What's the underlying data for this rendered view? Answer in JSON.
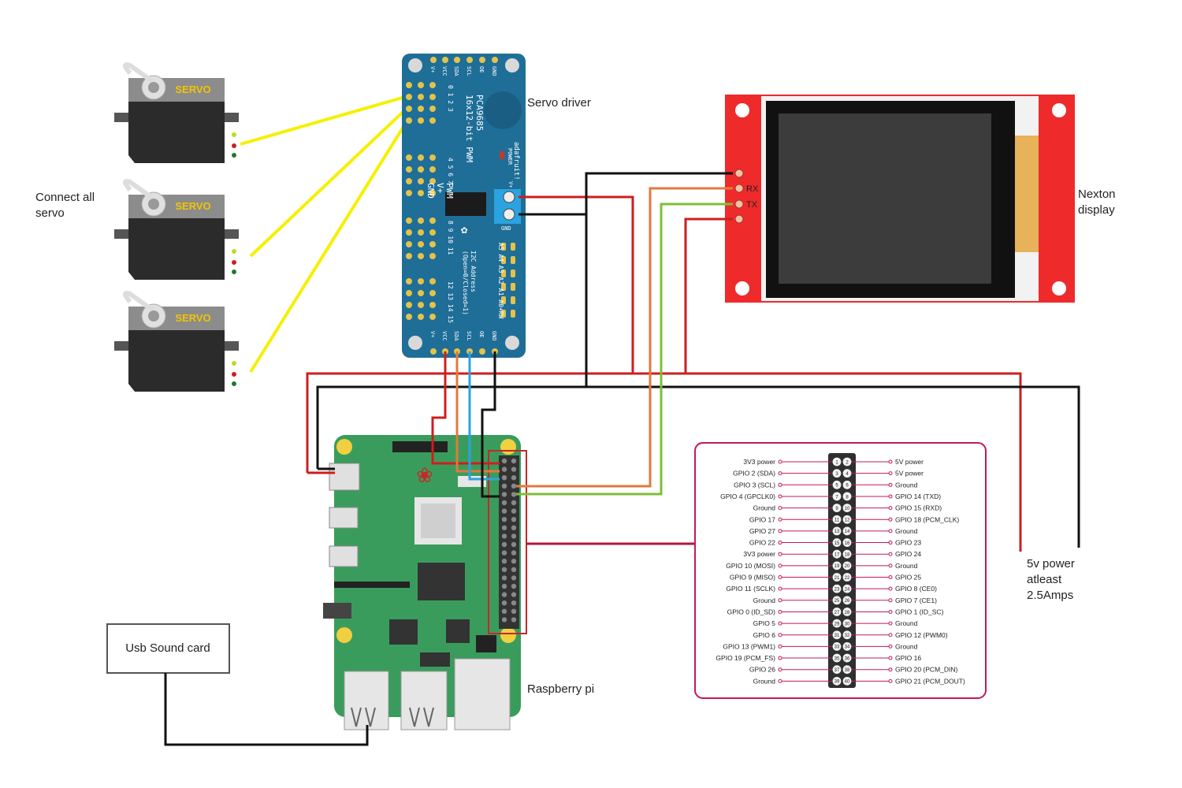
{
  "servo": {
    "brand": "SERVO"
  },
  "labels": {
    "connect_servo": [
      "Connect all",
      "servo"
    ],
    "servo_driver": "Servo driver",
    "nexton_display": [
      "Nexton",
      "display"
    ],
    "power": [
      "5v power",
      "atleast",
      "2.5Amps"
    ],
    "raspberry_pi": "Raspberry pi",
    "usb_sound_card": "Usb Sound card"
  },
  "pca9685": {
    "title_lines": [
      "PCA9685",
      "16x12-bit PWM"
    ],
    "brand": "adafruit!",
    "top_pins": [
      "V+",
      "VCC",
      "SDA",
      "SCL",
      "OE",
      "GND"
    ],
    "bottom_pins": [
      "V+",
      "VCC",
      "SDA",
      "SCL",
      "OE",
      "GND"
    ],
    "channel_groups": [
      "0 1 2 3",
      "4 5 6 7",
      "8 9 10 11",
      "12 13 14 15"
    ],
    "side_labels": [
      "PWM",
      "V+",
      "GND"
    ],
    "power_label": "POWER",
    "terminal_labels": [
      "V+",
      "GND"
    ],
    "address_label": [
      "I2C Address",
      "(Open=0/Closed=1)"
    ],
    "address_pins": "A5 A4 A3 A2 A1 A0+RW"
  },
  "display": {
    "rx": "RX",
    "tx": "TX"
  },
  "gpio": {
    "left": [
      "3V3 power",
      "GPIO 2 (SDA)",
      "GPIO 3 (SCL)",
      "GPIO 4 (GPCLK0)",
      "Ground",
      "GPIO 17",
      "GPIO 27",
      "GPIO 22",
      "3V3 power",
      "GPIO 10 (MOSI)",
      "GPIO 9 (MISO)",
      "GPIO 11 (SCLK)",
      "Ground",
      "GPIO 0 (ID_SD)",
      "GPIO 5",
      "GPIO 6",
      "GPIO 13 (PWM1)",
      "GPIO 19 (PCM_FS)",
      "GPIO 26",
      "Ground"
    ],
    "right": [
      "5V power",
      "5V power",
      "Ground",
      "GPIO 14 (TXD)",
      "GPIO 15 (RXD)",
      "GPIO 18 (PCM_CLK)",
      "Ground",
      "GPIO 23",
      "GPIO 24",
      "Ground",
      "GPIO 25",
      "GPIO 8 (CE0)",
      "GPIO 7 (CE1)",
      "GPIO 1 (ID_SC)",
      "Ground",
      "GPIO 12 (PWM0)",
      "Ground",
      "GPIO 16",
      "GPIO 20 (PCM_DIN)",
      "GPIO 21 (PCM_DOUT)"
    ]
  },
  "colors": {
    "servo_wire": "#f6f000",
    "power_red": "#cc1f1f",
    "ground_black": "#111111",
    "sda_orange": "#e07a3c",
    "scl_blue": "#2aa3e0",
    "tx_green": "#7cbf3a",
    "pi_board": "#3a9c5c",
    "pca_board": "#1f6e98",
    "display_red": "#ee2a2a",
    "gpio_border": "#c2185b"
  }
}
